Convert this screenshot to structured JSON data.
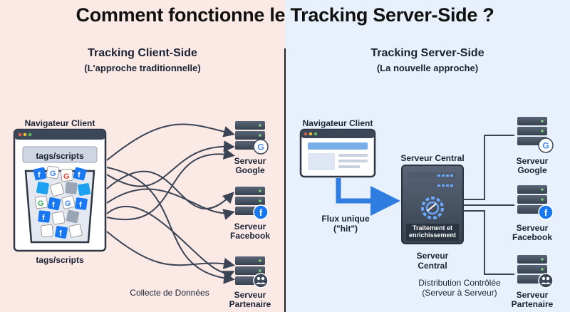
{
  "title": "Comment fonctionne le Tracking Server-Side ?",
  "left": {
    "heading": "Tracking Client-Side",
    "subheading": "(L'approche traditionnelle)",
    "browser_label": "Navigateur Client",
    "tags_top": "tags/scripts",
    "tags_bottom": "tags/scripts",
    "collect_label": "Collecte de Données",
    "servers": [
      {
        "line1": "Serveur",
        "line2": "Google",
        "icon": "google-icon"
      },
      {
        "line1": "Serveur",
        "line2": "Facebook",
        "icon": "facebook-icon"
      },
      {
        "line1": "Serveur",
        "line2": "Partenaire",
        "icon": "partner-icon"
      }
    ]
  },
  "right": {
    "heading": "Tracking Server-Side",
    "subheading": "(La nouvelle approche)",
    "browser_label": "Navigateur Client",
    "central_top_label": "Serveur Central",
    "central_inner_line1": "Traitement et",
    "central_inner_line2": "enrichissement",
    "central_bottom_line1": "Serveur",
    "central_bottom_line2": "Central",
    "flux_line1": "Flux unique",
    "flux_line2": "(\"hit\")",
    "distribution_line1": "Distribution Contrôlée",
    "distribution_line2": "(Serveur à Serveur)",
    "servers": [
      {
        "line1": "Serveur",
        "line2": "Google",
        "icon": "google-icon"
      },
      {
        "line1": "Serveur",
        "line2": "Facebook",
        "icon": "facebook-icon"
      },
      {
        "line1": "Serveur",
        "line2": "Partenaire",
        "icon": "partner-icon"
      }
    ]
  },
  "colors": {
    "left_bg": "#fbe9e6",
    "right_bg": "#e8f1fb",
    "server_dark": "#3b4758",
    "arrow_blue": "#2f7de1",
    "facebook_blue": "#1877f2"
  }
}
